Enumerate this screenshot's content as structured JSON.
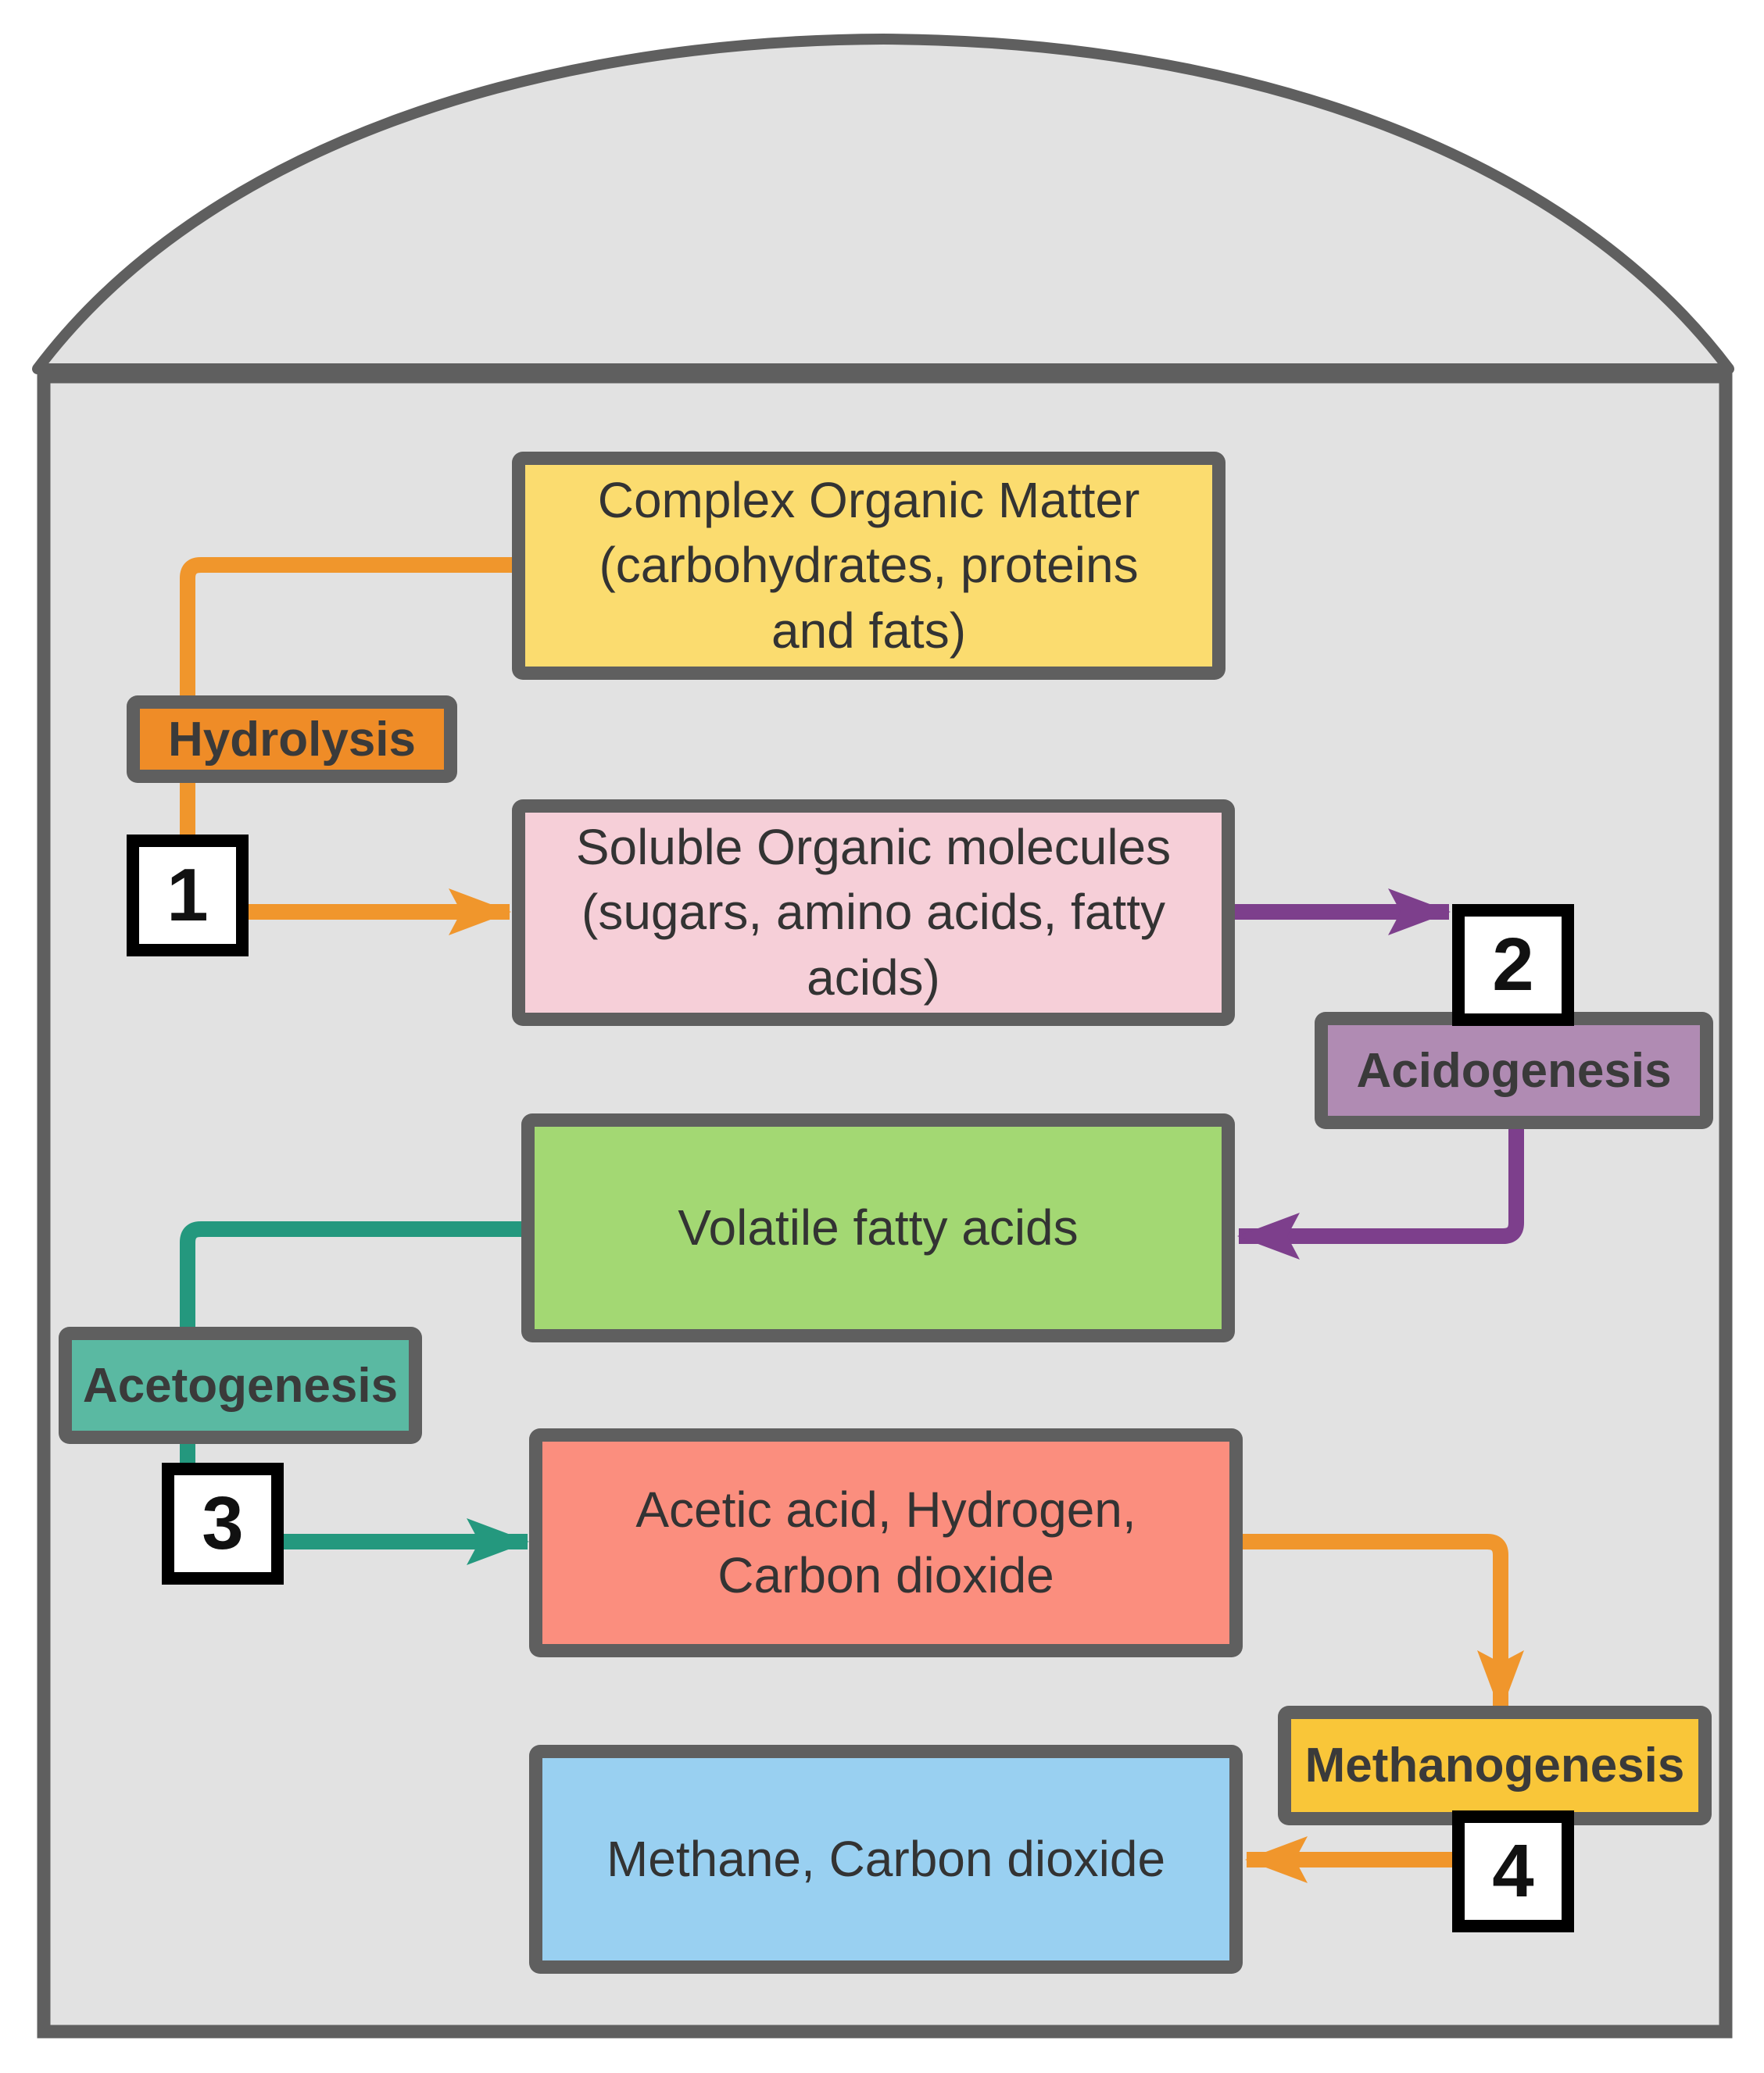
{
  "diagram": {
    "boxes": {
      "complex_organic": {
        "lines": [
          "Complex Organic Matter",
          "(carbohydrates, proteins",
          "and fats)"
        ],
        "color": "#fbdc6f"
      },
      "soluble_organic": {
        "lines": [
          "Soluble Organic molecules",
          "(sugars, amino acids, fatty",
          "acids)"
        ],
        "color": "#f6cfd8"
      },
      "volatile_fatty_acids": {
        "lines": [
          "Volatile fatty acids"
        ],
        "color": "#a3d873"
      },
      "acetic_acid": {
        "lines": [
          "Acetic acid, Hydrogen,",
          "Carbon dioxide"
        ],
        "color": "#fb8e7e"
      },
      "methane": {
        "lines": [
          "Methane, Carbon dioxide"
        ],
        "color": "#99d0f1"
      }
    },
    "stages": {
      "hydrolysis": {
        "label": "Hydrolysis",
        "number": "1",
        "color": "#ef8c27"
      },
      "acidogenesis": {
        "label": "Acidogenesis",
        "number": "2",
        "color": "#b08bb3"
      },
      "acetogenesis": {
        "label": "Acetogenesis",
        "number": "3",
        "color": "#5ab9a2"
      },
      "methanogenesis": {
        "label": "Methanogenesis",
        "number": "4",
        "color": "#f9c639"
      }
    },
    "arrow_colors": {
      "orange": "#f0962c",
      "purple": "#7d3f8c",
      "teal": "#24987e"
    },
    "digester_colors": {
      "fill": "#e2e2e2",
      "outline": "#5f5f5f"
    }
  }
}
